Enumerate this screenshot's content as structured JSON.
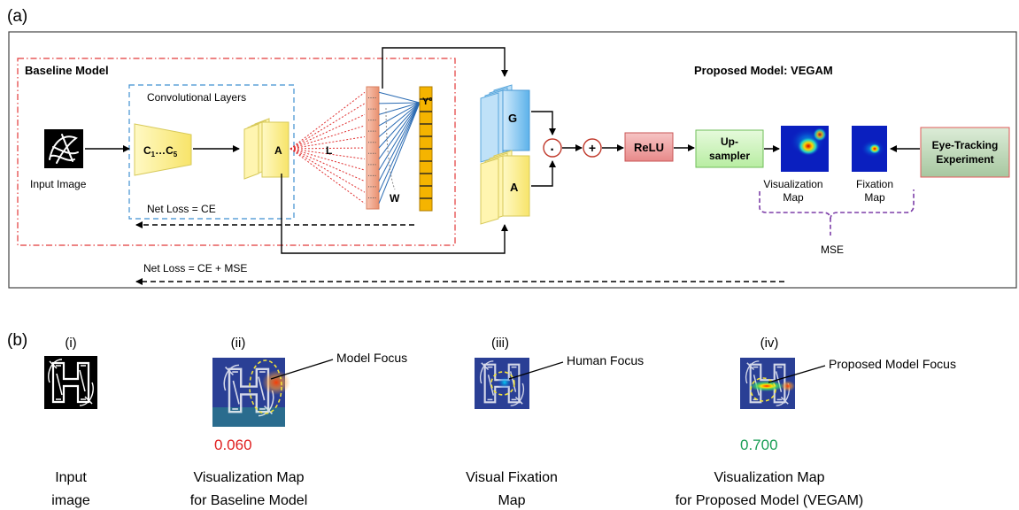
{
  "panel_a": {
    "label": "(a)",
    "baseline_title": "Baseline Model",
    "proposed_title": "Proposed Model: VEGAM",
    "conv_title": "Convolutional Layers",
    "input_label": "Input Image",
    "conv_block": {
      "c": "C",
      "s1": "1",
      "dots": "…C",
      "s5": "5"
    },
    "a_label": "A",
    "l_label": "L",
    "w_label": "W",
    "y_label": "Y",
    "y_sup": "c",
    "g_label": "G",
    "a2_label": "A",
    "dot_op": "·",
    "plus_op": "+",
    "relu": "ReLU",
    "upsampler": [
      "Up-",
      "sampler"
    ],
    "vis_map": [
      "Visualization",
      "Map"
    ],
    "fix_map": [
      "Fixation",
      "Map"
    ],
    "eye_tracking": [
      "Eye-Tracking",
      "Experiment"
    ],
    "mse": "MSE",
    "net_loss_ce": "Net Loss = CE",
    "net_loss_ce_mse": "Net Loss = CE + MSE"
  },
  "panel_b": {
    "label": "(b)",
    "items": [
      {
        "roman": "(i)",
        "caption": [
          "Input",
          "image"
        ]
      },
      {
        "roman": "(ii)",
        "focus": "Model Focus",
        "score": "0.060",
        "caption": [
          "Visualization Map",
          "for Baseline Model"
        ]
      },
      {
        "roman": "(iii)",
        "focus": "Human Focus",
        "caption": [
          "Visual Fixation",
          "Map"
        ]
      },
      {
        "roman": "(iv)",
        "focus": "Proposed Model Focus",
        "score": "0.700",
        "caption": [
          "Visualization Map",
          "for Proposed Model (VEGAM)"
        ]
      }
    ],
    "score_colors": {
      "baseline": "#e02020",
      "proposed": "#1a9e55"
    }
  }
}
